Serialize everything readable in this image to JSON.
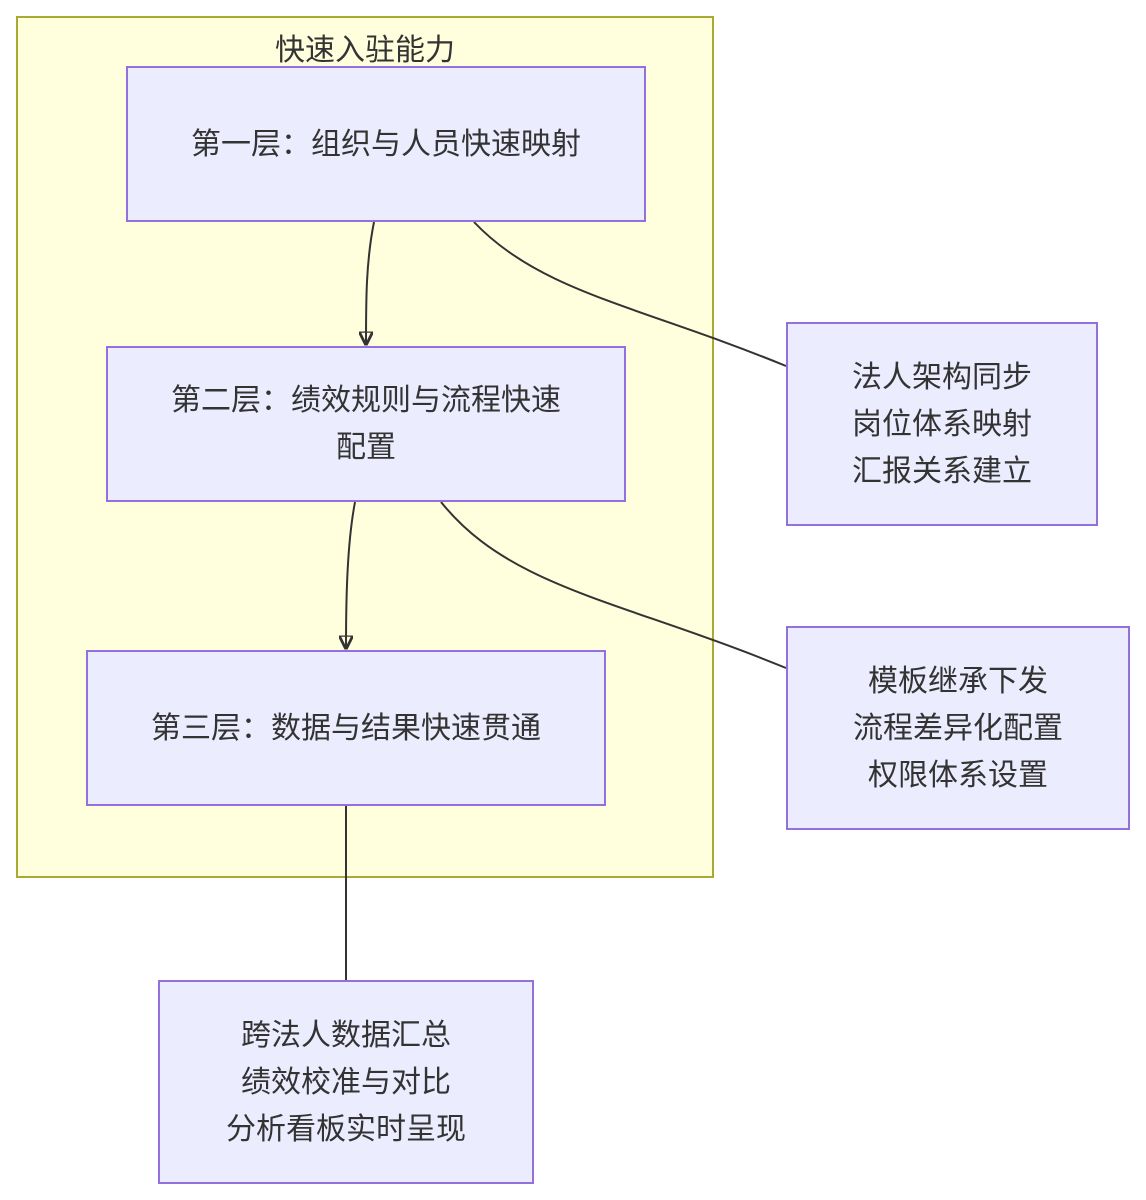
{
  "cluster": {
    "title": "快速入驻能力"
  },
  "nodes": {
    "layer1": "第一层：组织与人员快速映射",
    "layer2": "第二层：绩效规则与流程快速配置",
    "layer3": "第三层：数据与结果快速贯通",
    "detail1": "法人架构同步\n岗位体系映射\n汇报关系建立",
    "detail2": "模板继承下发\n流程差异化配置\n权限体系设置",
    "detail3": "跨法人数据汇总\n绩效校准与对比\n分析看板实时呈现"
  },
  "colors": {
    "cluster_fill": "#ffffde",
    "cluster_border": "#aaaa33",
    "node_fill": "#ececff",
    "node_border": "#9370db",
    "edge": "#333333",
    "text": "#333333"
  }
}
